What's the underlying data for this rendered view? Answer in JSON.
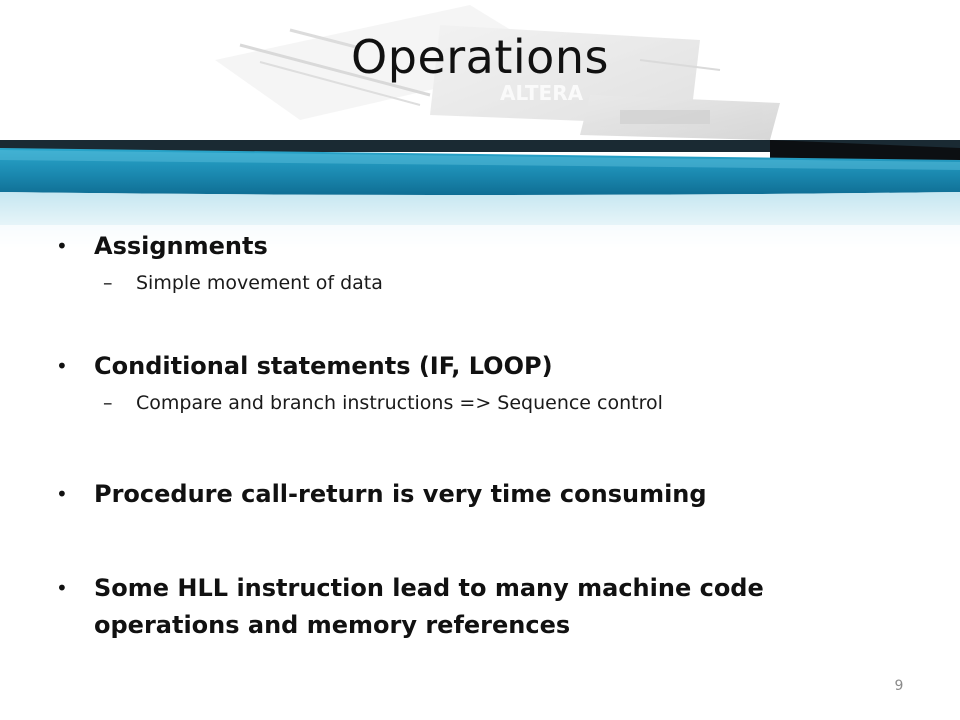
{
  "slide": {
    "title": "Operations",
    "page_number": "9",
    "bullets": [
      {
        "text": "Assignments",
        "sub": [
          "Simple movement of data"
        ]
      },
      {
        "text": "Conditional statements (IF, LOOP)",
        "sub": [
          "Compare and branch instructions => Sequence control"
        ]
      },
      {
        "text": "Procedure call-return is very time consuming",
        "sub": []
      },
      {
        "text": "Some HLL instruction lead to many machine code operations and memory references",
        "sub": []
      }
    ],
    "bullet_symbol": "•",
    "sub_symbol": "–"
  },
  "colors": {
    "band_teal": "#1f93b9",
    "band_dark": "#111a1f",
    "title_text": "#111111",
    "page_number": "#8a8a8a"
  }
}
